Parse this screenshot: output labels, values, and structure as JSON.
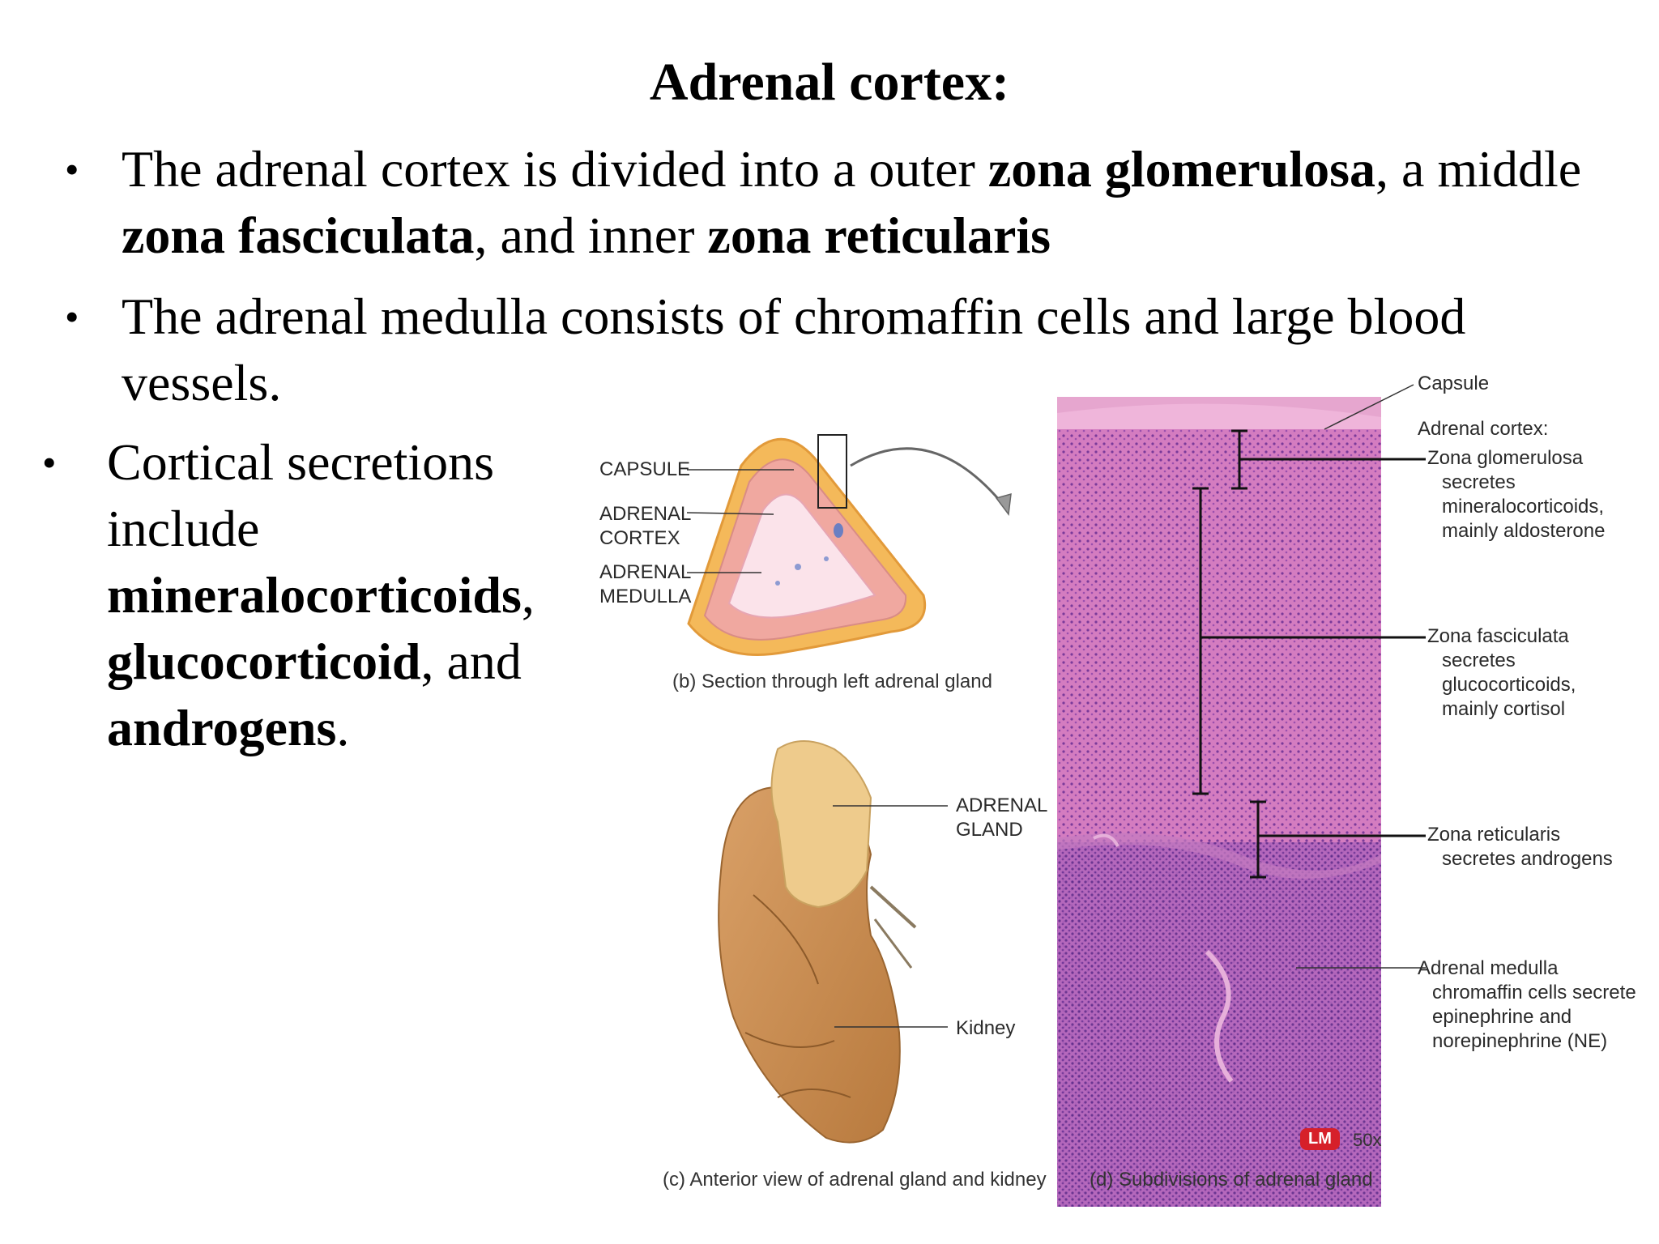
{
  "slide": {
    "title": "Adrenal cortex:",
    "bullet1": {
      "t1": "The adrenal cortex is divided into a outer ",
      "b1": "zona glomerulosa",
      "t2": ", a middle ",
      "b2": "zona fasciculata",
      "t3": ", and inner ",
      "b3": "zona reticularis"
    },
    "bullet2": {
      "t1": "The adrenal medulla consists of chromaffin cells and large blood vessels."
    },
    "bullet3": {
      "t1": "Cortical secretions include ",
      "b1": "mineralocorticoids",
      "t2": ", ",
      "b2": "glucocorticoid",
      "t3": ", and ",
      "b3": "androgens",
      "t4": "."
    },
    "bullet_glyph": "•"
  },
  "figure": {
    "section_labels": {
      "capsule": "CAPSULE",
      "cortex_1": "ADRENAL",
      "cortex_2": "CORTEX",
      "medulla_1": "ADRENAL",
      "medulla_2": "MEDULLA"
    },
    "caption_b": "(b) Section through left adrenal gland",
    "kidney_labels": {
      "gland_1": "ADRENAL",
      "gland_2": "GLAND",
      "kidney": "Kidney"
    },
    "caption_c": "(c) Anterior view of adrenal gland and kidney",
    "caption_d": "(d) Subdivisions of adrenal gland",
    "micro_labels": {
      "capsule": "Capsule",
      "cortex": "Adrenal cortex:",
      "zg_title": "Zona glomerulosa",
      "zg_1": "secretes",
      "zg_2": "mineralocorticoids,",
      "zg_3": "mainly aldosterone",
      "zf_title": "Zona fasciculata",
      "zf_1": "secretes",
      "zf_2": "glucocorticoids,",
      "zf_3": "mainly cortisol",
      "zr_title": "Zona reticularis",
      "zr_1": "secretes androgens",
      "med_title": "Adrenal medulla",
      "med_1": "chromaffin cells secrete",
      "med_2": "epinephrine and",
      "med_3": "norepinephrine (NE)"
    },
    "lm_badge": "LM",
    "magnification": "50x",
    "colors": {
      "tissue_light": "#d67fc2",
      "tissue_dark": "#a859b8",
      "gland_yellow": "#f4b95a",
      "gland_pink": "#f0a8a0",
      "kidney_brown": "#c98b4c",
      "badge_red": "#d6202a"
    }
  }
}
